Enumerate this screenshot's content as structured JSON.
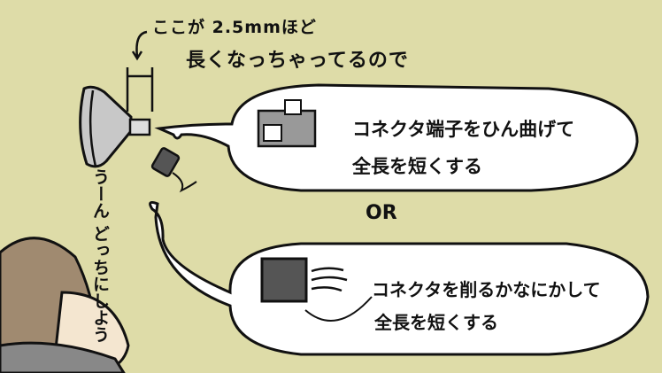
{
  "annotation": {
    "line1": "ここが 2.5mmほど",
    "line2": "長くなっちゃってるので"
  },
  "option1": {
    "line1": "コネクタ端子をひん曲げて",
    "line2": "全長を短くする"
  },
  "separator": "OR",
  "option2": {
    "line1": "コネクタを削るかなにかして",
    "line2": "全長を短くする"
  },
  "thought": "うーん どっちにしよう",
  "colors": {
    "background": "#dedca8",
    "bubble": "#ffffff",
    "outline": "#111111",
    "bulb": "#c8c8c8"
  }
}
